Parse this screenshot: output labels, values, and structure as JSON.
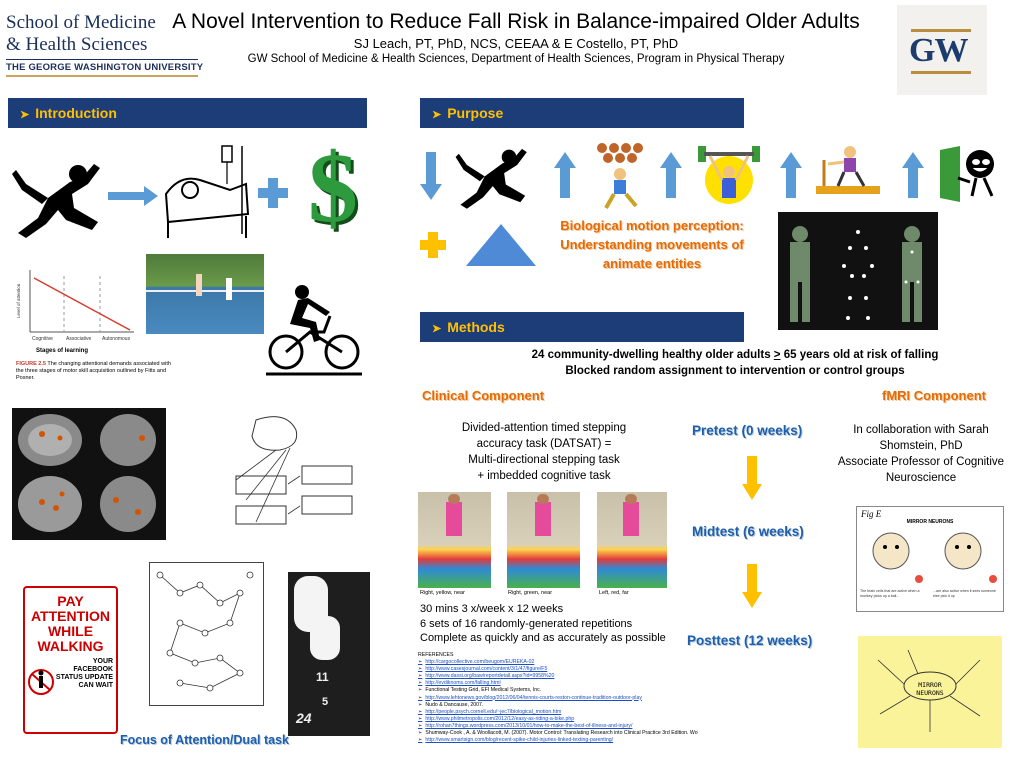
{
  "header": {
    "school_line1": "School of Medicine",
    "school_line2": "& Health Sciences",
    "university": "THE GEORGE WASHINGTON UNIVERSITY",
    "title": "A Novel Intervention to Reduce Fall Risk in Balance-impaired Older Adults",
    "authors": "SJ Leach, PT, PhD, NCS, CEEAA & E Costello, PT, PhD",
    "affiliation": "GW School of Medicine & Health Sciences, Department of Health Sciences, Program in Physical Therapy",
    "gw_logo_text": "GW"
  },
  "introduction": {
    "heading": "Introduction",
    "figure_caption_label": "FIGURE 2.5",
    "figure_caption": "The changing attentional demands associated with the three stages of motor skill acquisition outlined by Fitts and Posner.",
    "graph_xlabel": "Stages of learning",
    "graph_ylabel": "Level of attention",
    "graph_stages": [
      "Cognitive",
      "Associative",
      "Autonomous"
    ],
    "sign_lines": [
      "PAY",
      "ATTENTION",
      "WHILE",
      "WALKING"
    ],
    "sign_small": [
      "YOUR",
      "FACEBOOK",
      "STATUS UPDATE",
      "CAN WAIT"
    ],
    "focus_label": "Focus of Attention/Dual task",
    "dollar": "$"
  },
  "purpose": {
    "heading": "Purpose",
    "bio_motion": "Biological motion perception: Understanding movements of animate entities"
  },
  "methods": {
    "heading": "Methods",
    "participants_line1_a": "24 community-dwelling healthy older adults ",
    "participants_gte": ">",
    "participants_line1_b": " 65 years old at risk of falling",
    "participants_line2": "Blocked random assignment to intervention or control groups",
    "clinical_heading": "Clinical Component",
    "fmri_heading": "fMRI Component",
    "datsat": [
      "Divided-attention timed stepping",
      "accuracy task (DATSAT) =",
      "Multi-directional stepping task",
      "+ imbedded cognitive task"
    ],
    "photo_captions": [
      "Right, yellow, near",
      "Right, green, near",
      "Left, red, far"
    ],
    "protocol": [
      "30 mins 3 x/week x 12 weeks",
      "6 sets of 16 randomly-generated repetitions",
      "Complete as quickly and as accurately as possible"
    ],
    "pretest": "Pretest (0 weeks)",
    "midtest": "Midtest (6 weeks)",
    "posttest": "Posttest (12 weeks)",
    "collab": [
      "In collaboration with Sarah",
      "Shomstein, PhD",
      "Associate Professor of Cognitive",
      "Neuroscience"
    ],
    "fig_e": "Fig E",
    "mirror_neurons": "MIRROR NEURONS",
    "mirror_caption_a": "The brain cells that are active when a monkey picks up a ball...",
    "mirror_caption_b": "...are also active when it sees someone else pick it up",
    "note_center": "MIRROR NEURONS"
  },
  "references": {
    "heading": "REFERENCES",
    "items": [
      {
        "text": "http://cargocollective.com/beugom/EUREKA-02",
        "link": true
      },
      {
        "text": "http://www.casesjournal.com/content/3/1/47/figure/F5",
        "link": true
      },
      {
        "text": "http://www.dassi.org/baw/reportdetail.aspx?id=9958%20",
        "link": true
      },
      {
        "text": "http://evdiknoms.com/falling.html",
        "link": true
      },
      {
        "text": "Functional Testing Grid, EFI Medical Systems, Inc.",
        "link": false
      },
      {
        "text": "http://www.lehtonews.gov/blog/2012/06/04/tennis-courts-reston-continue-tradition-outdoor-play",
        "link": true
      },
      {
        "text": "Nudo & Dancause, 2007.",
        "link": false
      },
      {
        "text": "http://people.psych.cornell.edu/~jec7/biological_motion.htm",
        "link": true
      },
      {
        "text": "http://www.philmetropolis.com/2012/12/easy-as-riding-a-bike.php",
        "link": true
      },
      {
        "text": "http://rohan7things.wordpress.com/2013/10/01/how-to-make-the-best-of-illness-and-injury/",
        "link": true
      },
      {
        "text": "Shumway-Cook , A. & Woollacott, M. (2007).   Motor Control: Translating Research into Clinical Practice 3rd Edition.   Wolters Kluwer: Lippincott, Williams & Wilkins",
        "link": false
      },
      {
        "text": "http://www.smartsign.com/blog/recent-spike-child-injuries-linked-texting-parenting/",
        "link": true
      }
    ]
  },
  "colors": {
    "section_header_bg": "#1d3d78",
    "section_header_text": "#ffc000",
    "orange_text": "#e36c09",
    "blue_text": "#1f5ea8",
    "arrow_blue": "#5b9bd5",
    "arrow_yellow": "#ffc000"
  }
}
